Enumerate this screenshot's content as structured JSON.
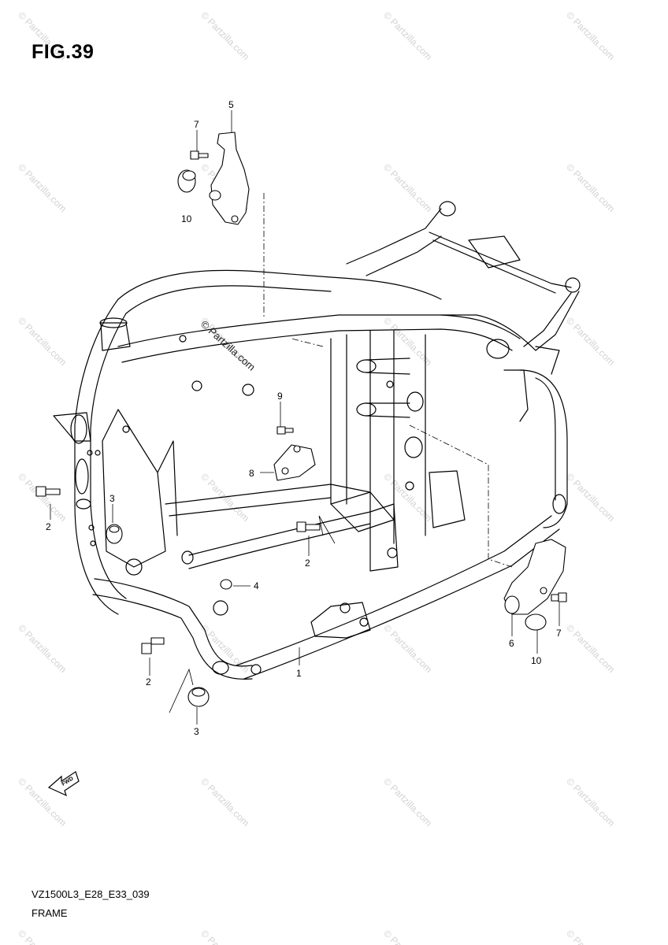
{
  "figure": {
    "title": "FIG.39",
    "diagram_code": "VZ1500L3_E28_E33_039",
    "section_name": "FRAME",
    "watermark": "© Partzilla.com",
    "fwd_label": "FWD"
  },
  "callouts": [
    {
      "id": "c5",
      "label": "5"
    },
    {
      "id": "c7a",
      "label": "7"
    },
    {
      "id": "c10a",
      "label": "10"
    },
    {
      "id": "c9",
      "label": "9"
    },
    {
      "id": "c8",
      "label": "8"
    },
    {
      "id": "c3a",
      "label": "3"
    },
    {
      "id": "c2a",
      "label": "2"
    },
    {
      "id": "c2b",
      "label": "2"
    },
    {
      "id": "c4",
      "label": "4"
    },
    {
      "id": "c2c",
      "label": "2"
    },
    {
      "id": "c1",
      "label": "1"
    },
    {
      "id": "c3b",
      "label": "3"
    },
    {
      "id": "c6",
      "label": "6"
    },
    {
      "id": "c7b",
      "label": "7"
    },
    {
      "id": "c10b",
      "label": "10"
    }
  ]
}
